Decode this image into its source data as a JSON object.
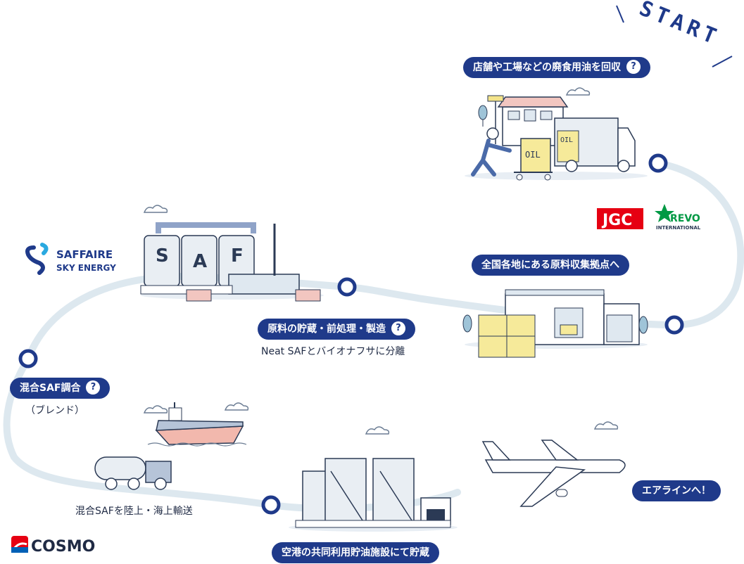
{
  "start_label": "START",
  "steps": {
    "collect": {
      "label": "店舗や工場などの廃食用油を回収",
      "help": "?"
    },
    "hubs": {
      "label": "全国各地にある原料収集拠点へ"
    },
    "process": {
      "label": "原料の貯蔵・前処理・製造",
      "help": "?",
      "note": "Neat SAFとバイオナフサに分離"
    },
    "blend": {
      "label": "混合SAF調合",
      "help": "?",
      "note": "（ブレンド）"
    },
    "transport": {
      "note": "混合SAFを陸上・海上輸送"
    },
    "storage": {
      "label": "空港の共同利用貯油施設にて貯蔵"
    },
    "airline": {
      "label": "エアラインへ！"
    }
  },
  "illustrations": {
    "oil_label": "OIL",
    "truck_oil_label": "OIL",
    "saf_letters": [
      "S",
      "A",
      "F"
    ]
  },
  "logos": {
    "jgc": "JGC",
    "revo": "REVO",
    "revo_sub": "INTERNATIONAL",
    "saffaire_line1": "SAFFAIRE",
    "saffaire_line2": "SKY ENERGY",
    "cosmo": "COSMO"
  },
  "colors": {
    "accent": "#1f3a8a",
    "route": "#dde8ef",
    "jgc_red": "#e60012",
    "revo_green": "#009944",
    "cosmo_red": "#e60012",
    "cosmo_blue": "#0060b6"
  }
}
